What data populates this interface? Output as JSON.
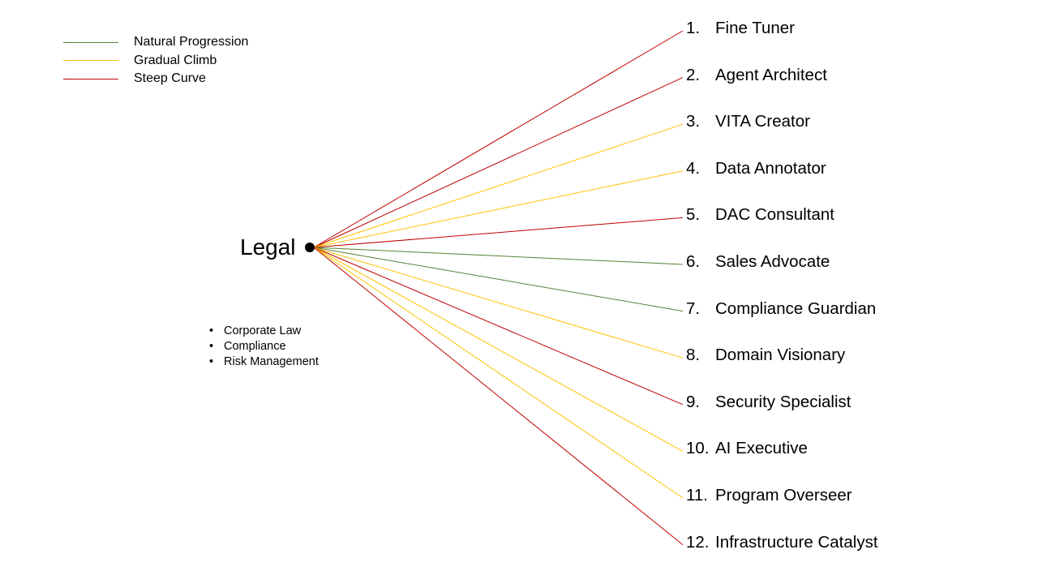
{
  "colors": {
    "natural": "#548235",
    "gradual": "#ffc000",
    "steep": "#c00000"
  },
  "legend": [
    {
      "label": "Natural Progression",
      "type": "natural"
    },
    {
      "label": "Gradual Climb",
      "type": "gradual"
    },
    {
      "label": "Steep Curve",
      "type": "steep"
    }
  ],
  "hub": {
    "label": "Legal"
  },
  "focus_areas": [
    "Corporate Law",
    "Compliance",
    "Risk Management"
  ],
  "roles": [
    {
      "number": "1.",
      "name": "Fine Tuner",
      "path": "steep"
    },
    {
      "number": "2.",
      "name": "Agent Architect",
      "path": "steep"
    },
    {
      "number": "3.",
      "name": "VITA Creator",
      "path": "gradual"
    },
    {
      "number": "4.",
      "name": "Data Annotator",
      "path": "gradual"
    },
    {
      "number": "5.",
      "name": "DAC Consultant",
      "path": "steep"
    },
    {
      "number": "6.",
      "name": "Sales Advocate",
      "path": "natural"
    },
    {
      "number": "7.",
      "name": "Compliance Guardian",
      "path": "natural"
    },
    {
      "number": "8.",
      "name": "Domain Visionary",
      "path": "gradual"
    },
    {
      "number": "9.",
      "name": "Security Specialist",
      "path": "steep"
    },
    {
      "number": "10.",
      "name": "AI Executive",
      "path": "gradual"
    },
    {
      "number": "11.",
      "name": "Program Overseer",
      "path": "gradual"
    },
    {
      "number": "12.",
      "name": "Infrastructure Catalyst",
      "path": "steep"
    }
  ]
}
